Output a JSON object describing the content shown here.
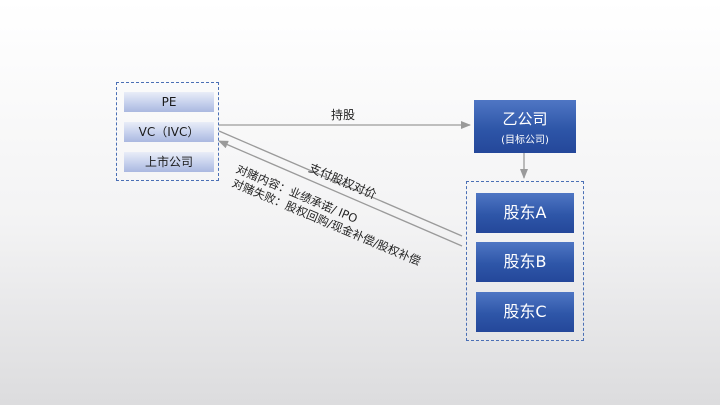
{
  "investors": {
    "items": [
      {
        "label": "PE"
      },
      {
        "label": "VC（IVC）"
      },
      {
        "label": "上市公司"
      }
    ]
  },
  "target": {
    "title": "乙公司",
    "subtitle": "(目标公司)"
  },
  "shareholders": {
    "items": [
      {
        "label": "股东A"
      },
      {
        "label": "股东B"
      },
      {
        "label": "股东C"
      }
    ]
  },
  "edges": {
    "hold_label": "持股",
    "pay_label": "支付股权对价",
    "bet_content_label": "对赌内容：业绩承诺/ IPO",
    "bet_failure_label": "对赌失败：股权回购/现金补偿/股权补偿"
  },
  "colors": {
    "box_blue": "#2e56a8",
    "chip_blue": "#c9d3ee",
    "dashed_border": "#4a6fb5",
    "arrow": "#9a9a9a"
  }
}
